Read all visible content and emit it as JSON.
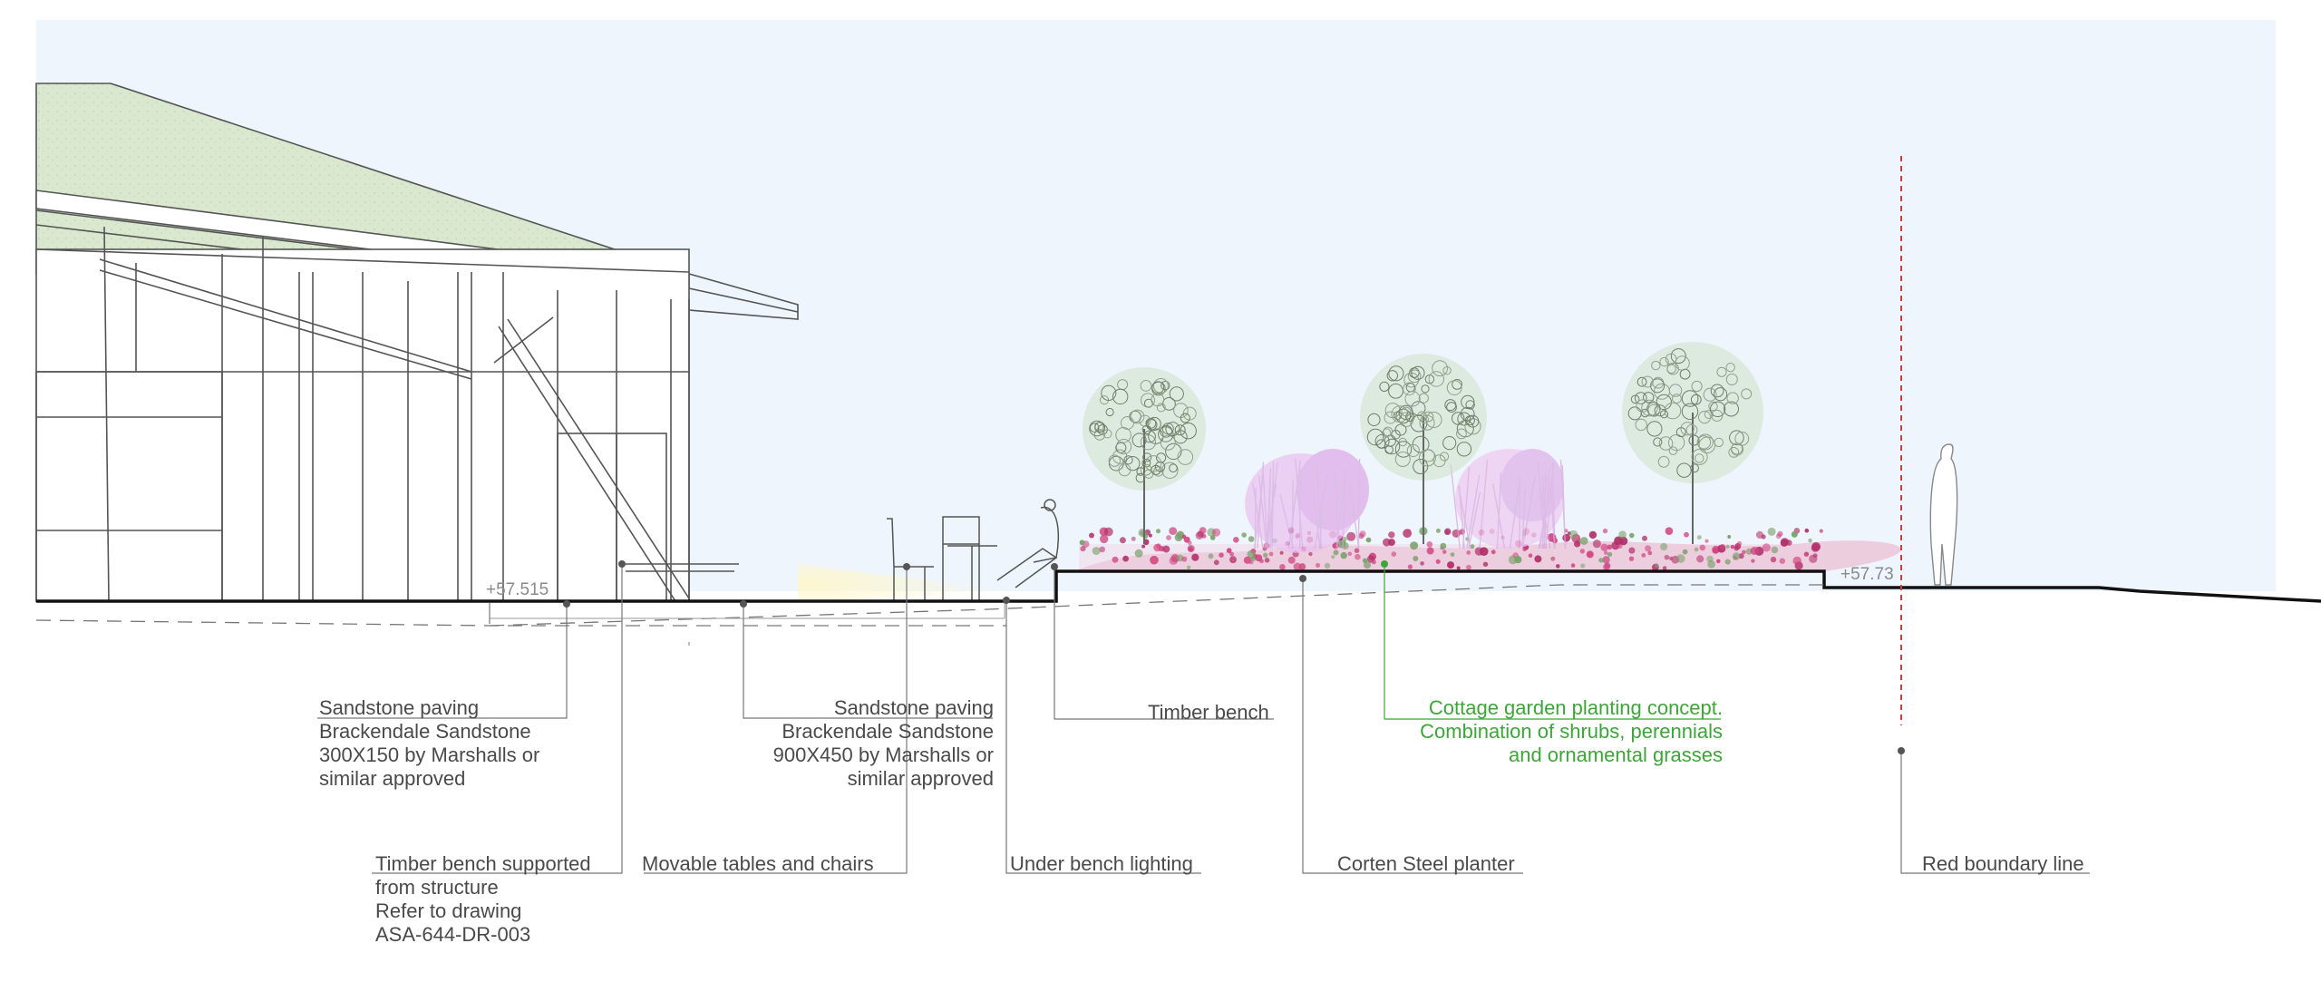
{
  "colors": {
    "sky": "#eef5fc",
    "roof": "#d9e8cf",
    "ground": "#111111",
    "leader": "#777777",
    "boundary": "#d23b3b",
    "green_text": "#3fa53a",
    "flower_pink": "#d0457f",
    "flower_magenta": "#b1306a",
    "grass_lilac": "#e6b8ec",
    "tree_foliage": "#8fa08a"
  },
  "levels": {
    "terrace": "+57.515",
    "garden": "+57.73"
  },
  "labels": {
    "sandstone_paving_1": [
      "Sandstone paving",
      "Brackendale Sandstone",
      "300X150 by Marshalls or",
      "similar approved"
    ],
    "sandstone_paving_2": [
      "Sandstone paving",
      "Brackendale Sandstone",
      "900X450 by Marshalls or",
      "similar approved"
    ],
    "timber_bench": "Timber bench",
    "planting_concept": [
      "Cottage garden planting concept.",
      "Combination of shrubs, perennials",
      "and ornamental grasses"
    ],
    "timber_bench_supported": [
      "Timber bench supported",
      "from structure",
      "Refer to drawing",
      "ASA-644-DR-003"
    ],
    "movable_tables": "Movable tables and chairs",
    "under_bench_lighting": "Under bench lighting",
    "corten_planter": "Corten Steel planter",
    "red_boundary": "Red boundary line"
  }
}
